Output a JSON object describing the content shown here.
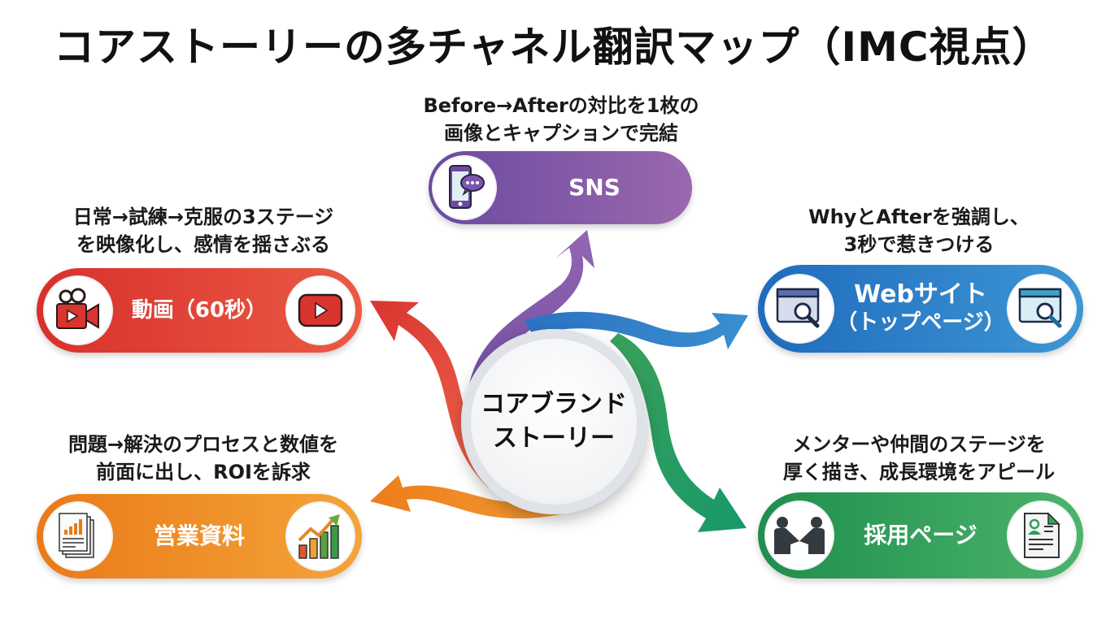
{
  "title": "コアストーリーの多チャネル翻訳マップ（IMC視点）",
  "center": {
    "line1": "コアブランド",
    "line2": "ストーリー"
  },
  "channels": {
    "sns": {
      "label": "SNS",
      "desc_line1": "Before→Afterの対比を1枚の",
      "desc_line2": "画像とキャプションで完結",
      "color": "#7b55a8",
      "icons": [
        "smartphone-chat-icon"
      ]
    },
    "video": {
      "label": "動画（60秒）",
      "desc_line1": "日常→試練→克服の3ステージ",
      "desc_line2": "を映像化し、感情を揺さぶる",
      "color": "#e0463c",
      "icons": [
        "video-camera-icon",
        "play-button-icon"
      ]
    },
    "web": {
      "label_line1": "Webサイト",
      "label_line2": "（トップページ）",
      "desc_line1": "WhyとAfterを強調し、",
      "desc_line2": "3秒で惹きつける",
      "color": "#2f7fc6",
      "icons": [
        "browser-search-icon",
        "browser-search-icon"
      ]
    },
    "sales": {
      "label": "営業資料",
      "desc_line1": "問題→解決のプロセスと数値を",
      "desc_line2": "前面に出し、ROIを訴求",
      "color": "#ee8a22",
      "icons": [
        "document-chart-icon",
        "growth-chart-icon"
      ]
    },
    "recruit": {
      "label": "採用ページ",
      "desc_line1": "メンターや仲間のステージを",
      "desc_line2": "厚く描き、成長環境をアピール",
      "color": "#2e9a5a",
      "icons": [
        "handshake-icon",
        "resume-icon"
      ]
    }
  }
}
